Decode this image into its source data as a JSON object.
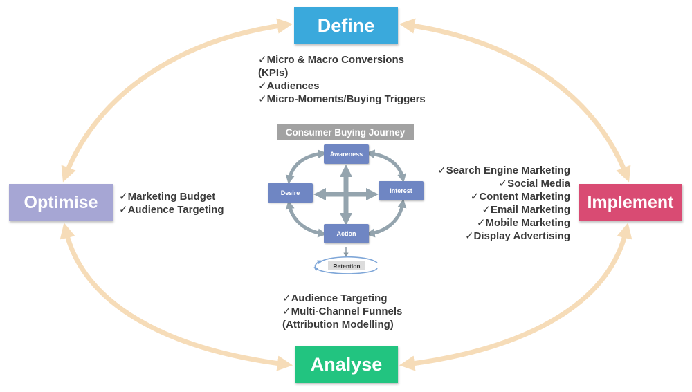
{
  "colors": {
    "define": "#3aa9dc",
    "implement": "#d94b73",
    "analyse": "#22c480",
    "optimise": "#a6a6d4",
    "cycle_arrow": "#f6dcb8",
    "journey_stage": "#6f86c3",
    "journey_arrow": "#94a4ae",
    "text": "#3a3a3a"
  },
  "cycle": {
    "define": "Define",
    "implement": "Implement",
    "analyse": "Analyse",
    "optimise": "Optimise"
  },
  "define_items": [
    "Micro & Macro Conversions",
    "(KPIs)",
    "Audiences",
    "Micro-Moments/Buying Triggers"
  ],
  "optimise_items": [
    "Marketing Budget",
    "Audience Targeting"
  ],
  "implement_items": [
    "Search Engine Marketing",
    "Social Media",
    "Content Marketing",
    "Email Marketing",
    "Mobile Marketing",
    "Display Advertising"
  ],
  "analyse_items": [
    "Audience Targeting",
    "Multi-Channel Funnels",
    "(Attribution Modelling)"
  ],
  "journey": {
    "title": "Consumer Buying Journey",
    "awareness": "Awareness",
    "interest": "Interest",
    "desire": "Desire",
    "action": "Action",
    "retention": "Retention"
  }
}
